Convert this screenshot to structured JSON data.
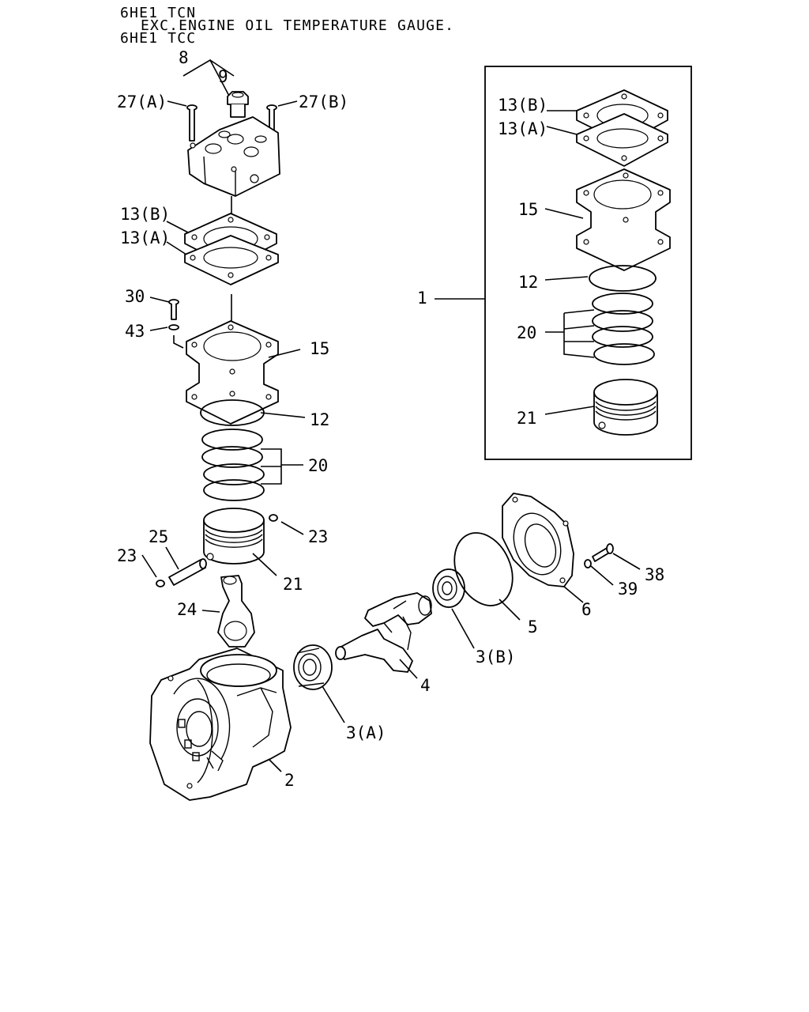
{
  "header": {
    "line1": "6HE1 TCN",
    "line2": "EXC.ENGINE OIL TEMPERATURE GAUGE.",
    "line3": "6HE1 TCC"
  },
  "labels": {
    "l8": "8",
    "l9": "9",
    "l27a": "27(A)",
    "l27b": "27(B)",
    "l13b_main": "13(B)",
    "l13a_main": "13(A)",
    "l30": "30",
    "l43": "43",
    "l15_main": "15",
    "l12_main": "12",
    "l20_main": "20",
    "l23_right": "23",
    "l25": "25",
    "l23_left": "23",
    "l21_main": "21",
    "l24": "24",
    "l2": "2",
    "l3a": "3(A)",
    "l4": "4",
    "l3b": "3(B)",
    "l5": "5",
    "l6": "6",
    "l38": "38",
    "l39": "39",
    "l1": "1",
    "l13b_kit": "13(B)",
    "l13a_kit": "13(A)",
    "l15_kit": "15",
    "l12_kit": "12",
    "l20_kit": "20",
    "l21_kit": "21"
  }
}
